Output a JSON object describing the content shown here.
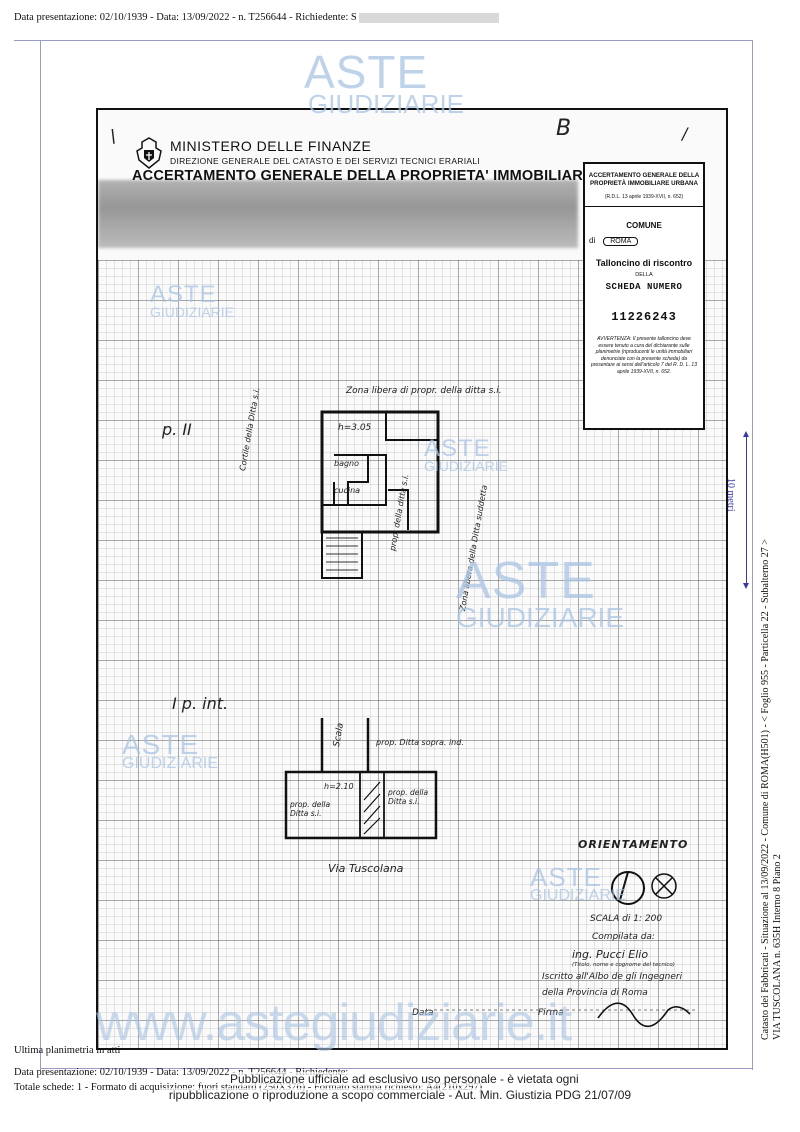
{
  "header": {
    "line": "Data presentazione: 02/10/1939 - Data: 13/09/2022 - n. T256644 - Richiedente: S"
  },
  "document": {
    "ministry_title": "MINISTERO DELLE FINANZE",
    "ministry_subtitle": "DIREZIONE GENERALE DEL CATASTO E DEI SERVIZI TECNICI ERARIALI",
    "main_title": "ACCERTAMENTO GENERALE DELLA PROPRIETA' IMMOBILIARE URBANA",
    "corner_mark": "B",
    "stub": {
      "title": "ACCERTAMENTO GENERALE DELLA PROPRIETÀ IMMOBILIARE URBANA",
      "law": "(R.D.L. 13 aprile 1939-XVII, n. 652)",
      "comune_label": "COMUNE",
      "di_label": "di",
      "comune_name": "ROMA",
      "tallon_title": "Talloncino di riscontro",
      "della": "DELLA",
      "scheda": "SCHEDA NUMERO",
      "number": "11226243",
      "warning": "AVVERTENZA: Il presente talloncino deve essere tenuto a cura del dichiarante sulle planimetrie (riproducenti le unità immobiliari denunciate con la presente scheda) da presentare ai sensi dell'articolo 7 del R. D. L. 13 aprile 1939-XVII, n. 652."
    },
    "floor_plan": {
      "zone_top": "Zona libera di propr. della ditta s.i.",
      "height_upper": "h=3.05",
      "bagno": "bagno",
      "cucina": "cucina",
      "cortile": "Cortile della Ditta s.i.",
      "prop_ditta": "prop. della ditta s.i.",
      "zona_libera_right": "Zona libera della Ditta suddetta",
      "floor_upper": "p. II",
      "floor_lower": "I p. int.",
      "scala": "Scala",
      "prop_sopra": "prop. Ditta sopra. ind.",
      "height_lower": "h=2.10",
      "prop_left": "prop. della Ditta s.i.",
      "prop_right": "prop. della Ditta s.i.",
      "street": "Via Tuscolana"
    },
    "orientamento": "ORIENTAMENTO",
    "scale": "SCALA di 1: 200",
    "compilata": "Compilata da:",
    "compiler_name": "ing. Pucci Elio",
    "compiler_caption": "(Titolo, nome e cognome del tecnico)",
    "iscritto": "Iscritto all'Albo de gli Ingegneri",
    "provincia": "della Provincia di Roma",
    "data_label": "Data",
    "firma_label": "Firma"
  },
  "watermarks": {
    "aste": "ASTE",
    "giudiziarie": "GIUDIZIARIE",
    "site": "www.astegiudiziarie.it"
  },
  "scale_marker": "10 metri",
  "side_text": {
    "line1": "Catasto dei Fabbricati - Situazione al 13/09/2022 - Comune di ROMA(H501) - < Foglio 955 - Particella 22 - Subalterno 27 >",
    "line2": "VIA TUSCOLANA n. 635H Interno 8 Piano 2"
  },
  "footer": {
    "ultima": "Ultima planimetria in atti",
    "line1": "Data presentazione: 02/10/1939 - Data: 13/09/2022 - n. T256644 - Richiedente:",
    "line2": "Totale schede: 1 - Formato di acquisizione: fuori standard (250X376) - Formato stampa richiesto: A4(210x297)",
    "notice1": "Pubblicazione ufficiale ad esclusivo uso personale - è vietata ogni",
    "notice2": "ripubblicazione o riproduzione a scopo commerciale - Aut. Min. Giustizia PDG 21/07/09"
  },
  "colors": {
    "watermark": "#a9c4e4",
    "frame": "#9b9bc8",
    "marker": "#3a3ab0"
  }
}
